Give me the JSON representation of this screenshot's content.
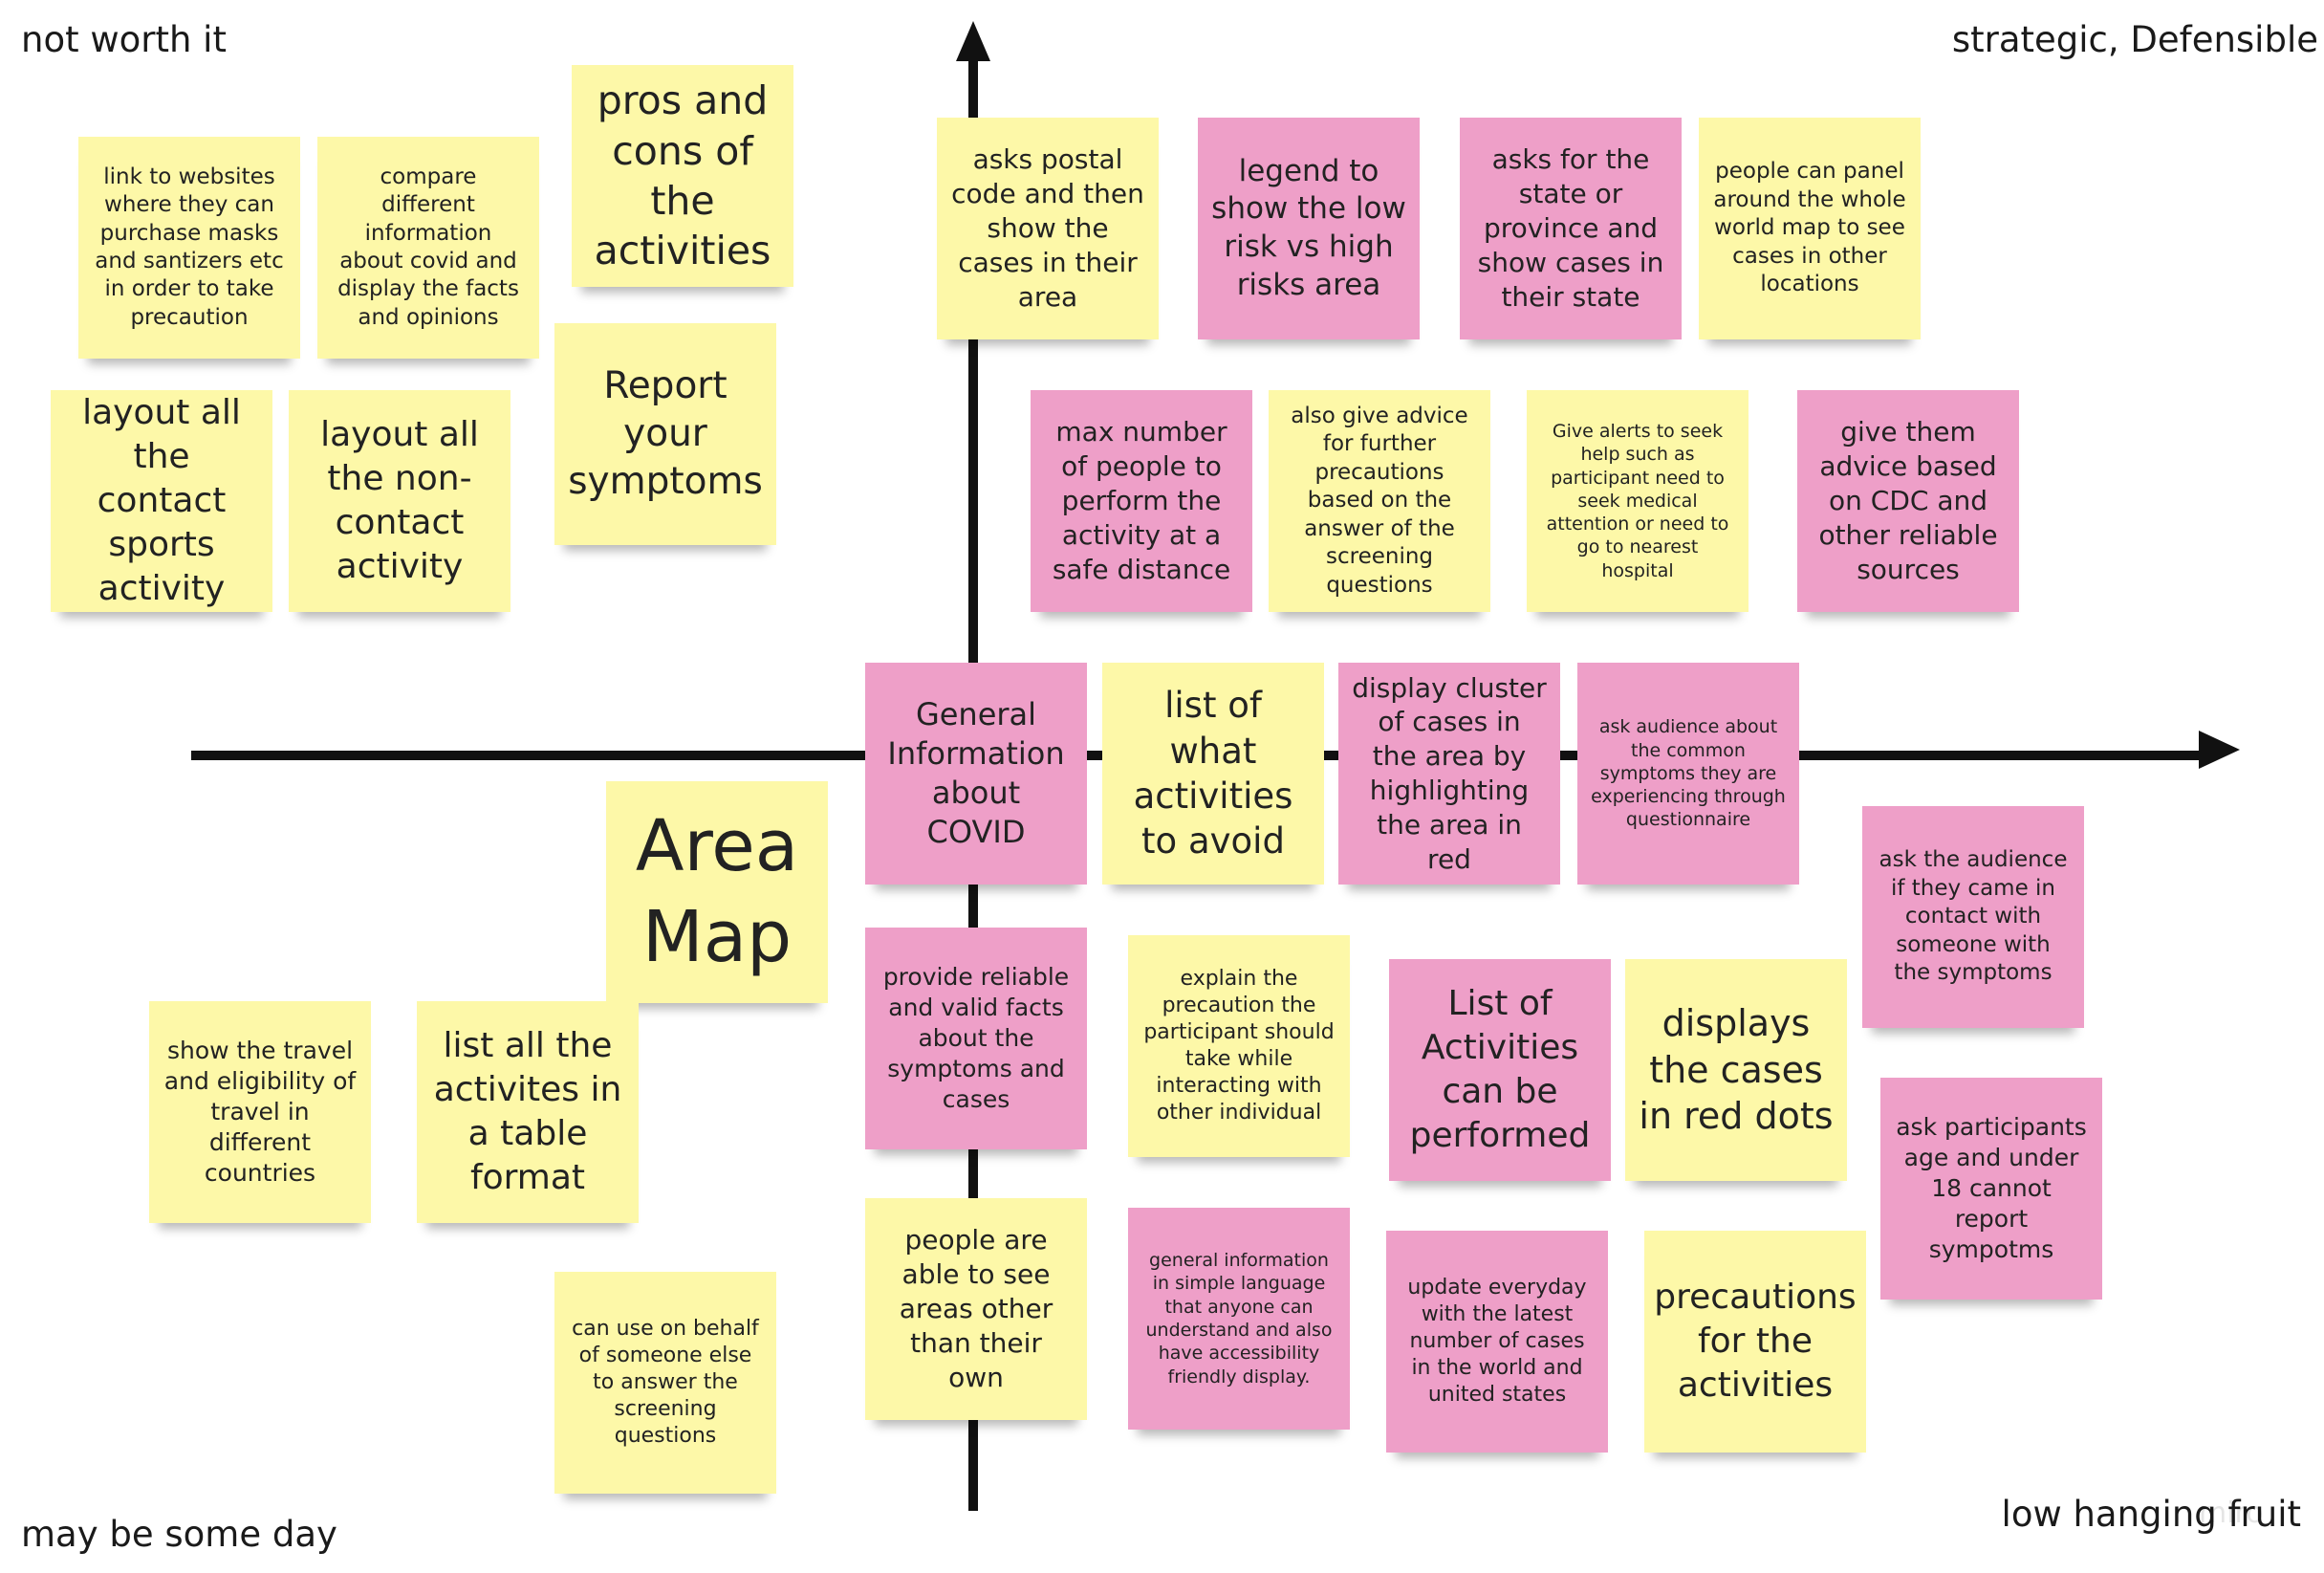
{
  "corners": {
    "top_left": "not worth it",
    "top_right": "strategic, Defensible",
    "bottom_left": "may be some day",
    "bottom_right": "low hanging fruit"
  },
  "colors": {
    "yellow": "#fdf8a8",
    "pink": "#ee9fc8",
    "axis": "#111111"
  },
  "notes": [
    {
      "text": "link to websites where they can purchase masks and santizers etc in order to take precaution",
      "color": "yellow"
    },
    {
      "text": "compare different information about covid and display the facts and opinions",
      "color": "yellow"
    },
    {
      "text": "pros and cons of the activities",
      "color": "yellow"
    },
    {
      "text": "layout all the contact sports activity",
      "color": "yellow"
    },
    {
      "text": "layout all the non-contact activity",
      "color": "yellow"
    },
    {
      "text": "Report your symptoms",
      "color": "yellow"
    },
    {
      "text": "asks postal code and then show the cases in their area",
      "color": "yellow"
    },
    {
      "text": "legend to show the low risk vs high risks area",
      "color": "pink"
    },
    {
      "text": "asks for the state or province and show cases in their state",
      "color": "pink"
    },
    {
      "text": "people can panel around the whole world map to see cases in other locations",
      "color": "yellow"
    },
    {
      "text": "max number of people to perform the activity at a safe distance",
      "color": "pink"
    },
    {
      "text": "also give advice for further precautions based on the answer of the screening questions",
      "color": "yellow"
    },
    {
      "text": "Give alerts to seek help such as participant need to seek medical attention or need to go to nearest hospital",
      "color": "yellow"
    },
    {
      "text": "give them advice based on CDC and other reliable sources",
      "color": "pink"
    },
    {
      "text": "General Information about COVID",
      "color": "pink"
    },
    {
      "text": "list of what activities to avoid",
      "color": "yellow"
    },
    {
      "text": "display cluster of cases in the area by highlighting the area in red",
      "color": "pink"
    },
    {
      "text": "ask audience about the common symptoms they are experiencing through questionnaire",
      "color": "pink"
    },
    {
      "text": "Area Map",
      "color": "yellow"
    },
    {
      "text": "ask the audience if they came in contact with someone with the symptoms",
      "color": "pink"
    },
    {
      "text": "show the travel and eligibility of travel in different countries",
      "color": "yellow"
    },
    {
      "text": "list all the activites in a table format",
      "color": "yellow"
    },
    {
      "text": "provide reliable and valid facts about the symptoms and cases",
      "color": "pink"
    },
    {
      "text": "explain the precaution the participant should take while interacting with other individual",
      "color": "yellow"
    },
    {
      "text": "List of Activities can be performed",
      "color": "pink"
    },
    {
      "text": "displays the cases in red dots",
      "color": "yellow"
    },
    {
      "text": "ask participants age and under 18 cannot report sympotms",
      "color": "pink"
    },
    {
      "text": "can use on behalf of someone else to answer the screening questions",
      "color": "yellow"
    },
    {
      "text": "people are able to see areas other than their own",
      "color": "yellow"
    },
    {
      "text": "general information in simple language that anyone can understand and also have accessibility friendly display.",
      "color": "pink"
    },
    {
      "text": "update everyday with the latest number of cases in the world and united states",
      "color": "pink"
    },
    {
      "text": "precautions for the activities",
      "color": "yellow"
    }
  ]
}
